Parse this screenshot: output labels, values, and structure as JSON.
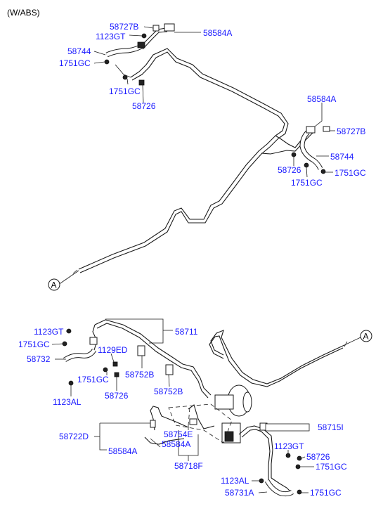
{
  "header": {
    "title": "(W/ABS)"
  },
  "callout": {
    "letter": "A"
  },
  "labels": {
    "top": {
      "l58727B_a": "58727B",
      "l1123GT_a": "1123GT",
      "l58584A_a": "58584A",
      "l58744_a": "58744",
      "l1751GC_a": "1751GC",
      "l1751GC_b": "1751GC",
      "l58726_a": "58726",
      "l58584A_b": "58584A",
      "l58727B_b": "58727B",
      "l58744_b": "58744",
      "l58726_b": "58726",
      "l1751GC_c": "1751GC",
      "l1751GC_d": "1751GC"
    },
    "bottom": {
      "l1123GT_b": "1123GT",
      "l58711": "58711",
      "l1751GC_e": "1751GC",
      "l1129ED": "1129ED",
      "l58732": "58732",
      "l1751GC_f": "1751GC",
      "l58752B_a": "58752B",
      "l1123AL_a": "1123AL",
      "l58726_c": "58726",
      "l58752B_b": "58752B",
      "l58715I": "58715I",
      "l58722D": "58722D",
      "l58754E": "58754E",
      "l58584A_c": "58584A",
      "l58584A_d": "58584A",
      "l1123GT_c": "1123GT",
      "l58726_d": "58726",
      "l58718F": "58718F",
      "l1751GC_g": "1751GC",
      "l1123AL_b": "1123AL",
      "l58731A": "58731A",
      "l1751GC_h": "1751GC"
    }
  }
}
